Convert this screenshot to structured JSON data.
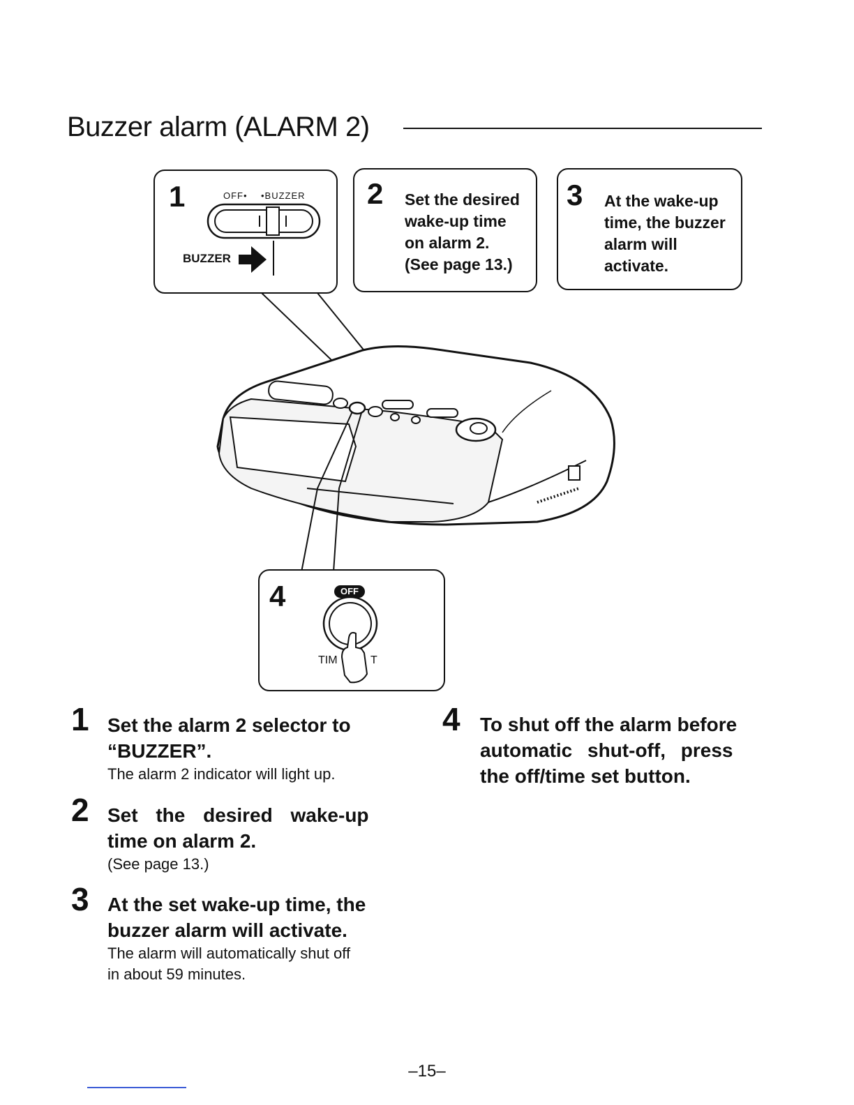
{
  "section": {
    "title": "Buzzer alarm (ALARM 2)"
  },
  "callouts": [
    {
      "number": "1",
      "switch_off_label": "OFF•",
      "switch_buzzer_label": "•BUZZER",
      "switch_caption": "BUZZER"
    },
    {
      "number": "2",
      "lines": [
        "Set the desired",
        "wake-up time",
        "on alarm 2.",
        "(See page 13.)"
      ]
    },
    {
      "number": "3",
      "lines": [
        "At the wake-up",
        "time, the buzzer",
        "alarm will",
        "activate."
      ]
    },
    {
      "number": "4",
      "button_badge": "OFF",
      "button_caption_left": "TIM",
      "button_caption_right": "T"
    }
  ],
  "steps": [
    {
      "number": "1",
      "heading_lines": [
        "Set the alarm 2 selector to",
        "“BUZZER”."
      ],
      "detail_lines": [
        "The alarm 2 indicator will light up."
      ]
    },
    {
      "number": "2",
      "heading_lines": [
        "Set the desired wake-up",
        "time on alarm 2."
      ],
      "detail_lines": [
        "(See page 13.)"
      ]
    },
    {
      "number": "3",
      "heading_lines": [
        "At the set wake-up time, the",
        "buzzer alarm will activate."
      ],
      "detail_lines": [
        "The alarm will automatically shut off",
        "in about 59 minutes."
      ]
    },
    {
      "number": "4",
      "heading_lines": [
        "To shut off the alarm before",
        "automatic shut-off, press",
        "the off/time set button."
      ],
      "detail_lines": []
    }
  ],
  "footer": {
    "page_number": "–15–"
  }
}
